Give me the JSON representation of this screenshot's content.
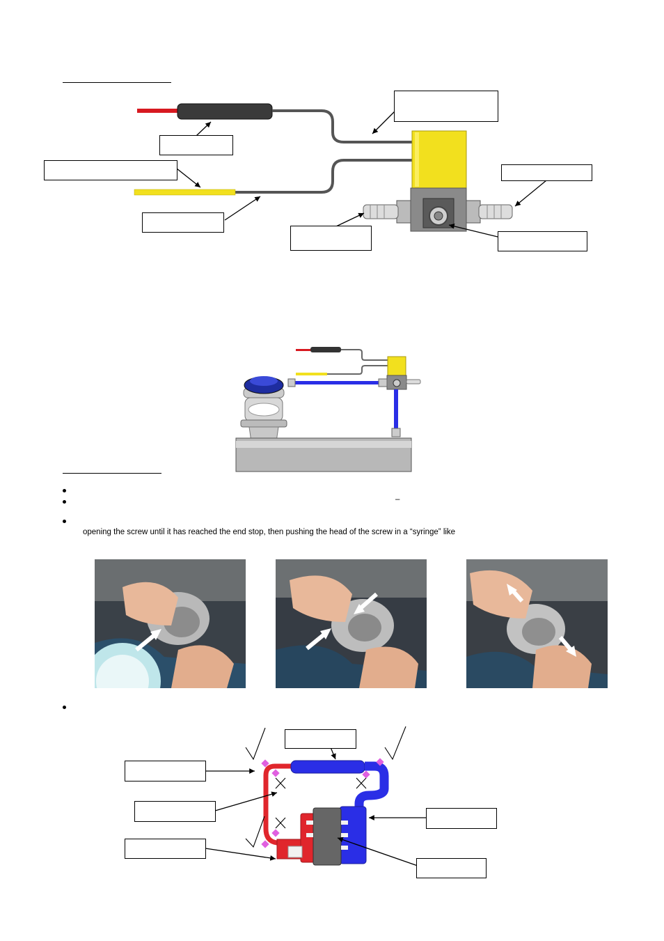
{
  "instructions": {
    "screw_text": "opening the screw until it has reached the end stop, then pushing the head of the screw in a “syringe” like",
    "dash": "–"
  },
  "photos": [
    {
      "arrow": "push-in"
    },
    {
      "arrow": "push-in"
    },
    {
      "arrow": "pull-out"
    }
  ],
  "colors": {
    "valve_yellow": "#f2e01e",
    "hose_blue": "#2a2ee6",
    "hose_red": "#e0262c",
    "wire_red": "#d71920",
    "wire_yellow": "#f2e01e",
    "marker_magenta": "#e060e0"
  },
  "icons": [
    "check-mark-icon",
    "cross-mark-icon",
    "bullet-icon"
  ]
}
